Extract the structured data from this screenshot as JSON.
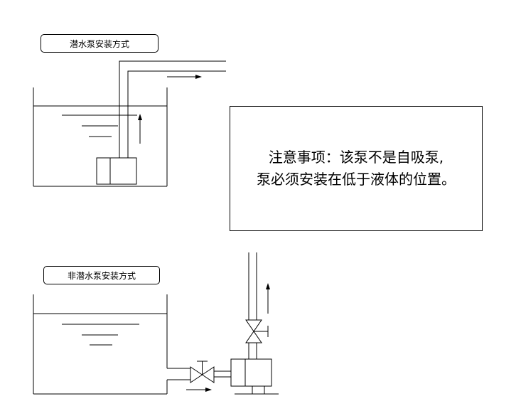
{
  "labels": {
    "submersible": "潜水泵安装方式",
    "non_submersible": "非潜水泵安装方式"
  },
  "notice": {
    "line1": "注意事项：该泵不是自吸泵,",
    "line2": "泵必须安装在低于液体的位置。"
  },
  "colors": {
    "line": "#000000",
    "background": "#ffffff"
  }
}
